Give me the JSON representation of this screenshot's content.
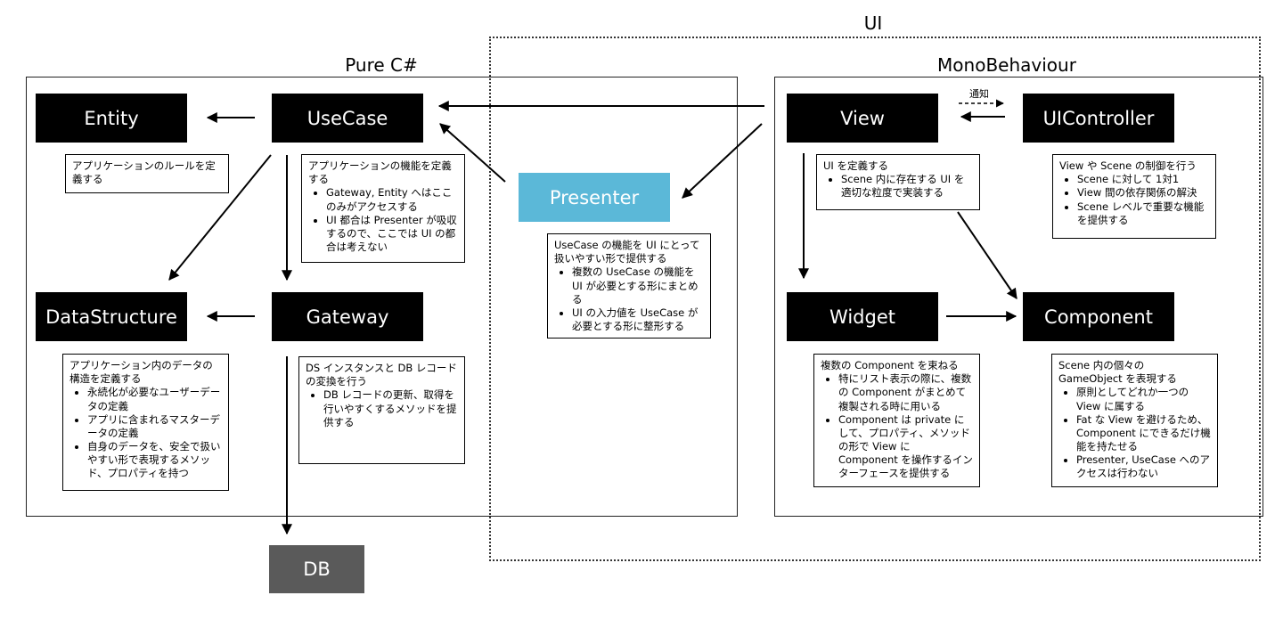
{
  "regions": {
    "ui": "UI",
    "pure_cs": "Pure C#",
    "mono": "MonoBehaviour"
  },
  "nodes": {
    "entity": "Entity",
    "usecase": "UseCase",
    "datastructure": "DataStructure",
    "gateway": "Gateway",
    "presenter": "Presenter",
    "view": "View",
    "uicontroller": "UIController",
    "widget": "Widget",
    "component": "Component",
    "db": "DB"
  },
  "edge_labels": {
    "notify": "通知"
  },
  "descriptions": {
    "entity": {
      "lead": "アプリケーションのルールを定義する",
      "items": []
    },
    "usecase": {
      "lead": "アプリケーションの機能を定義する",
      "items": [
        "Gateway, Entity へはここのみがアクセスする",
        "UI 都合は Presenter が吸収するので、ここでは UI の都合は考えない"
      ]
    },
    "presenter": {
      "lead": "UseCase の機能を UI にとって扱いやすい形で提供する",
      "items": [
        "複数の UseCase の機能を UI が必要とする形にまとめる",
        "UI の入力値を UseCase が必要とする形に整形する"
      ]
    },
    "view": {
      "lead": "UI を定義する",
      "items": [
        "Scene 内に存在する UI を適切な粒度で実装する"
      ]
    },
    "uicontroller": {
      "lead": "View や Scene の制御を行う",
      "items": [
        "Scene に対して 1対1",
        "View 間の依存関係の解決",
        "Scene レベルで重要な機能を提供する"
      ]
    },
    "datastructure": {
      "lead": "アプリケーション内のデータの構造を定義する",
      "items": [
        "永続化が必要なユーザーデータの定義",
        "アプリに含まれるマスターデータの定義",
        "自身のデータを、安全で扱いやすい形で表現するメソッド、プロパティを持つ"
      ]
    },
    "gateway": {
      "lead": "DS インスタンスと DB レコードの変換を行う",
      "items": [
        "DB レコードの更新、取得を行いやすくするメソッドを提供する"
      ]
    },
    "widget": {
      "lead": "複数の Component を束ねる",
      "items": [
        "特にリスト表示の際に、複数の Component がまとめて複製される時に用いる",
        "Component は private にして、プロパティ、メソッドの形で View に Component を操作するインターフェースを提供する"
      ]
    },
    "component": {
      "lead": "Scene 内の個々の GameObject を表現する",
      "items": [
        "原則としてどれか一つの View に属する",
        "Fat な View を避けるため、Component にできるだけ機能を持たせる",
        "Presenter, UseCase へのアクセスは行わない"
      ]
    }
  },
  "colors": {
    "node_fill": "#000000",
    "presenter_fill": "#5bb8d8",
    "db_fill": "#5a5a5a",
    "arrow": "#000000"
  }
}
